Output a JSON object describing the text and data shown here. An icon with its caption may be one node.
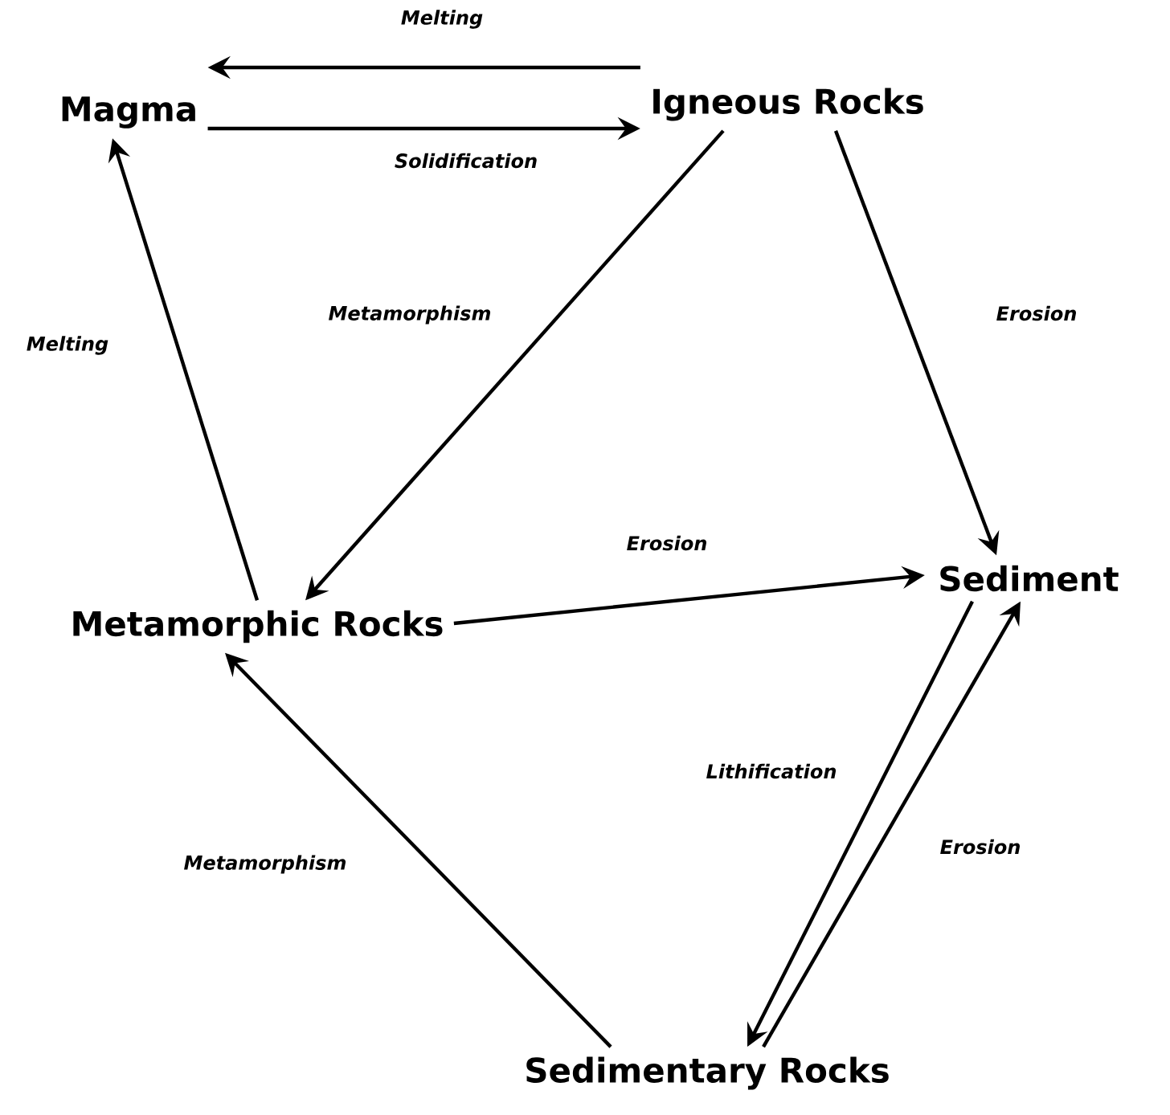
{
  "diagram": {
    "nodes": [
      {
        "text": [
          "Magma"
        ]
      },
      {
        "text": [
          "Igneous Rocks"
        ]
      },
      {
        "text": [
          "Metamorphic Rocks"
        ]
      },
      {
        "text": [
          "Sediment"
        ]
      },
      {
        "text": [
          "Sedimentary Rocks"
        ]
      }
    ],
    "edges": [
      {
        "from": 1,
        "to": 0,
        "arrow": "to",
        "label": "Melting"
      },
      {
        "from": 0,
        "to": 1,
        "arrow": "to",
        "label": "Solidification"
      },
      {
        "from": 1,
        "to": 2,
        "arrow": "to",
        "label": "Metamorphism"
      },
      {
        "from": 1,
        "to": 3,
        "arrow": "to",
        "label": "Erosion"
      },
      {
        "from": 2,
        "to": 0,
        "arrow": "to",
        "label": "Melting"
      },
      {
        "from": 2,
        "to": 3,
        "arrow": "to",
        "label": "Erosion"
      },
      {
        "from": 3,
        "to": 4,
        "arrow": "to",
        "label": "Lithification"
      },
      {
        "from": 4,
        "to": 3,
        "arrow": "to",
        "label": "Erosion"
      },
      {
        "from": 4,
        "to": 2,
        "arrow": "to",
        "label": "Metamorphism"
      }
    ]
  }
}
